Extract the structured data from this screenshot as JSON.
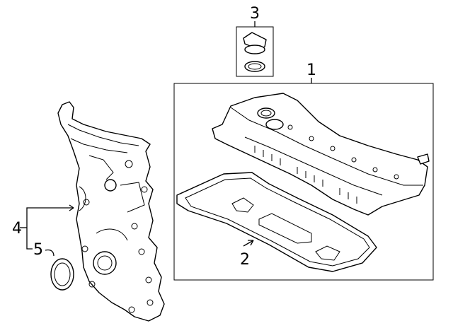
{
  "callouts": {
    "c1": "1",
    "c2": "2",
    "c3": "3",
    "c4": "4",
    "c5": "5"
  },
  "parts": [
    {
      "callout": "1",
      "icon": "valve-cover-icon"
    },
    {
      "callout": "2",
      "icon": "cover-gasket-icon"
    },
    {
      "callout": "3",
      "icon": "oil-filler-cap-icon"
    },
    {
      "callout": "4",
      "icon": "timing-cover-icon"
    },
    {
      "callout": "5",
      "icon": "oil-seal-icon"
    }
  ],
  "colors": {
    "line": "#000000",
    "background": "#ffffff"
  }
}
